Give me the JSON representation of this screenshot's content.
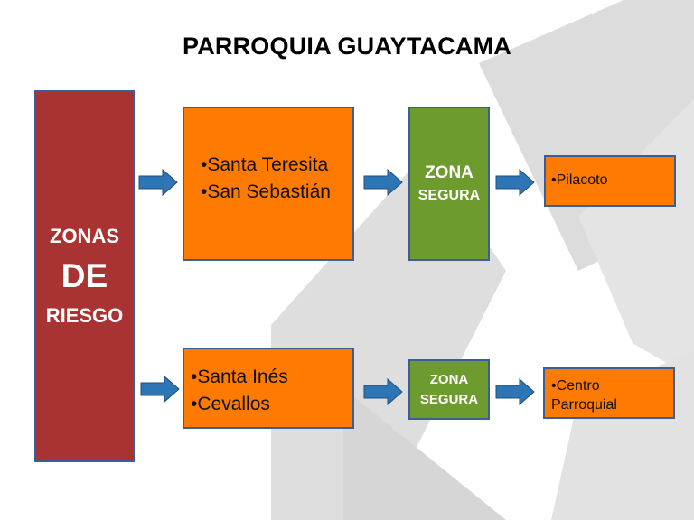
{
  "title": "PARROQUIA GUAYTACAMA",
  "risk_box": {
    "line1": "ZONAS",
    "line2": "DE",
    "line3": "RIESGO"
  },
  "rows": [
    {
      "zone_items": [
        "•Santa Teresita",
        "•San Sebastián"
      ],
      "safe_line1": "ZONA",
      "safe_line2": "SEGURA",
      "destination": "•Pilacoto"
    },
    {
      "zone_items": [
        "•Santa Inés",
        "•Cevallos"
      ],
      "safe_line1": "ZONA",
      "safe_line2": "SEGURA",
      "destination_line1": "•Centro",
      "destination_line2": "Parroquial"
    }
  ],
  "colors": {
    "risk": "#a93232",
    "zone": "#ff7a00",
    "safe": "#6d9b2e",
    "arrow": "#2e75b6",
    "background_shapes": "#d9d9d9"
  }
}
